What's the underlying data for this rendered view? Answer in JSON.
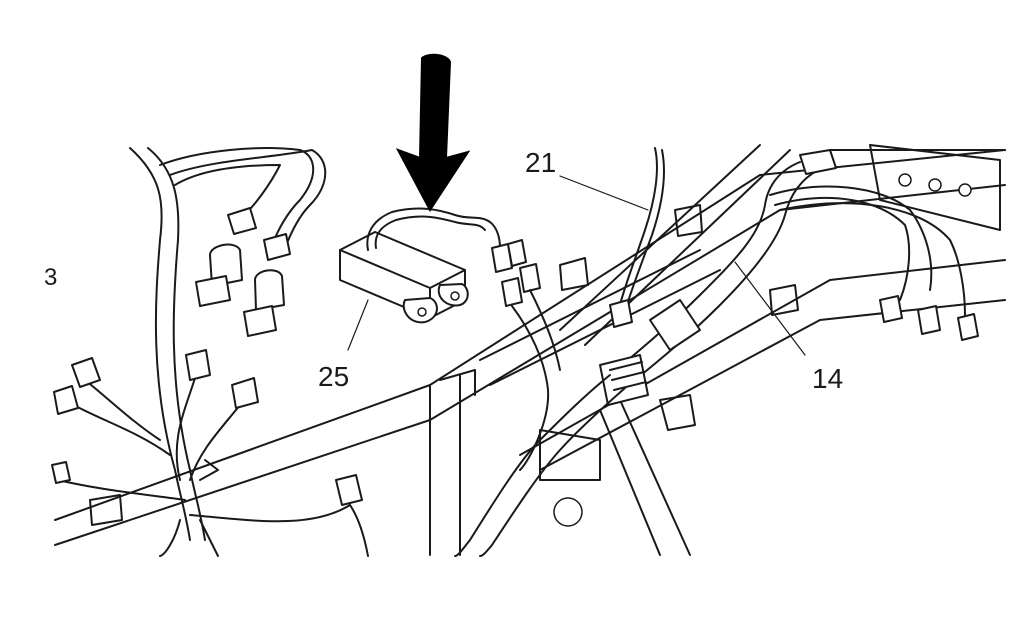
{
  "callouts": {
    "c21": "21",
    "c25": "25",
    "c14": "14",
    "edge": "3"
  },
  "colors": {
    "ink": "#1a1a1a",
    "paper": "#ffffff",
    "arrow": "#000000"
  }
}
